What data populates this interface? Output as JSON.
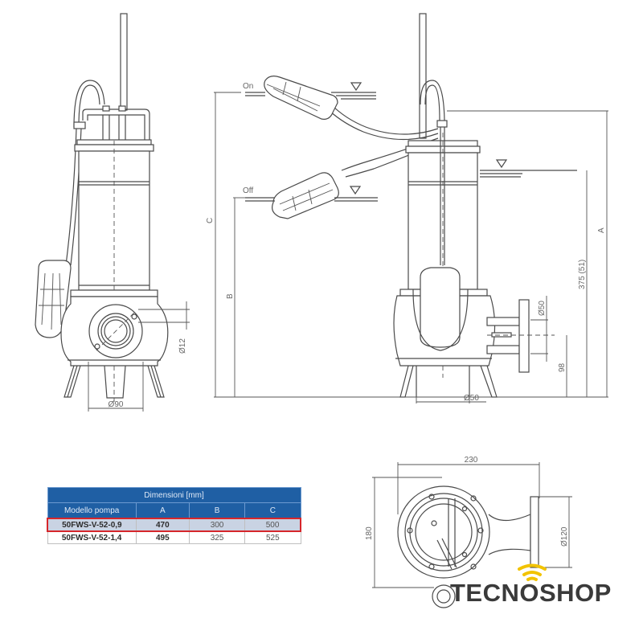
{
  "drawing": {
    "title": "Submersible pump dimensional drawing",
    "front_view": {
      "dimensions": {
        "outlet_diameter": "Ø90",
        "flange_hole": "Ø12"
      }
    },
    "side_view": {
      "float_labels": {
        "on": "On",
        "off": "Off"
      },
      "dimensions": {
        "C": "C",
        "B": "B",
        "A": "A",
        "water_level_height": "375 (51)",
        "outlet_diameter": "Ø50",
        "outlet_height": "98",
        "foot_diameter": "Ø50"
      }
    },
    "top_view": {
      "dimensions": {
        "width": "230",
        "depth": "180",
        "flange_diameter": "Ø120"
      }
    }
  },
  "table": {
    "title": "Dimensioni [mm]",
    "columns": [
      "Modello pompa",
      "A",
      "B",
      "C"
    ],
    "rows": [
      {
        "model": "50FWS-V-52-0,9",
        "A": "470",
        "B": "300",
        "C": "500",
        "highlighted": true
      },
      {
        "model": "50FWS-V-52-1,4",
        "A": "495",
        "B": "325",
        "C": "525",
        "highlighted": false
      }
    ],
    "colors": {
      "header_bg": "#1f5fa4",
      "highlight_border": "#d6262b",
      "highlight_bg": "#c9d3e3"
    }
  },
  "logo": {
    "text": "TECNOSHOP",
    "colors": {
      "text": "#3a3a3a",
      "accent": "#f2c300"
    }
  }
}
